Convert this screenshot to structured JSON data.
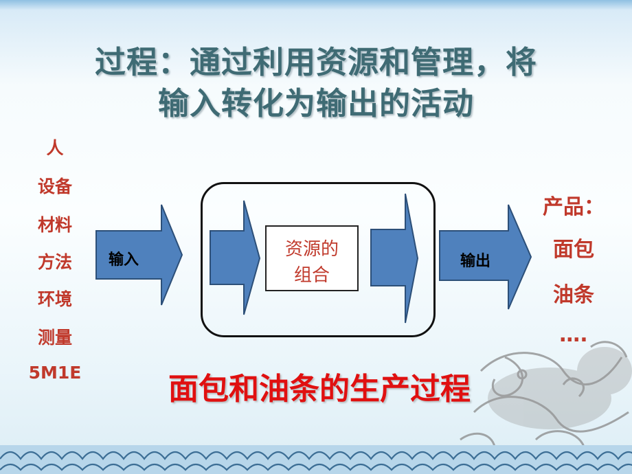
{
  "title": {
    "line1": "过程：通过利用资源和管理，将",
    "line2": "输入转化为输出的活动"
  },
  "inputs": [
    "人",
    "设备",
    "材料",
    "方法",
    "环境",
    "测量",
    "5M1E"
  ],
  "outputs": [
    "产品：",
    "面包",
    "油条",
    "…."
  ],
  "flow": {
    "input_label": "输入",
    "output_label": "输出",
    "resource_line1": "资源的",
    "resource_line2": "组合"
  },
  "caption": "面包和油条的生产过程",
  "colors": {
    "title": "#3f6b74",
    "red_text": "#c0392b",
    "caption": "#e01010",
    "arrow_fill": "#4f81bd",
    "arrow_stroke": "#2c4f78"
  }
}
